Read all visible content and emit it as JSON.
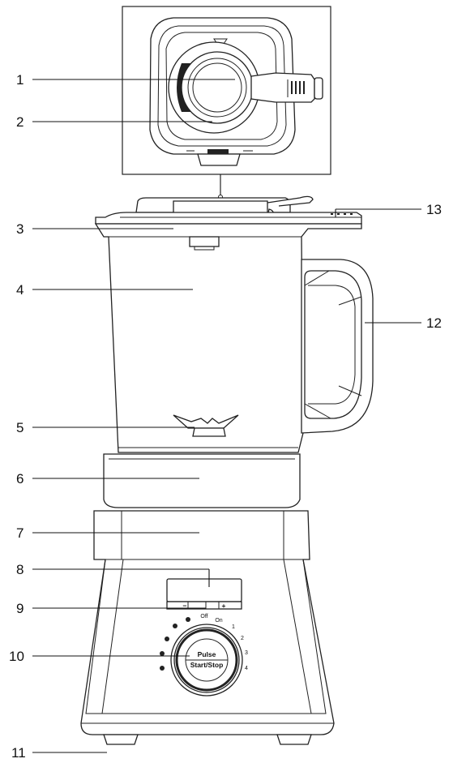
{
  "callouts": [
    "1",
    "2",
    "3",
    "4",
    "5",
    "6",
    "7",
    "8",
    "9",
    "10",
    "11",
    "12",
    "13"
  ],
  "panel_buttons": {
    "minus": "−",
    "plus": "+"
  },
  "dial": {
    "center_top": "Pulse",
    "center_bottom": "Start/Stop",
    "off": "Off",
    "on": "On",
    "speeds": [
      "1",
      "2",
      "3",
      "4"
    ]
  }
}
